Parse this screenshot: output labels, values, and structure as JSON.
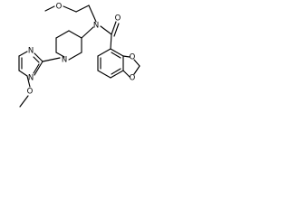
{
  "molecule": {
    "atoms": {
      "ether_o": "O",
      "amide_n": "N",
      "carbonyl_o": "O",
      "pip_n": "N",
      "pyr_n1": "N",
      "pyr_n3": "N",
      "methoxy_o": "O",
      "diox_o1": "O",
      "diox_o2": "O"
    }
  }
}
